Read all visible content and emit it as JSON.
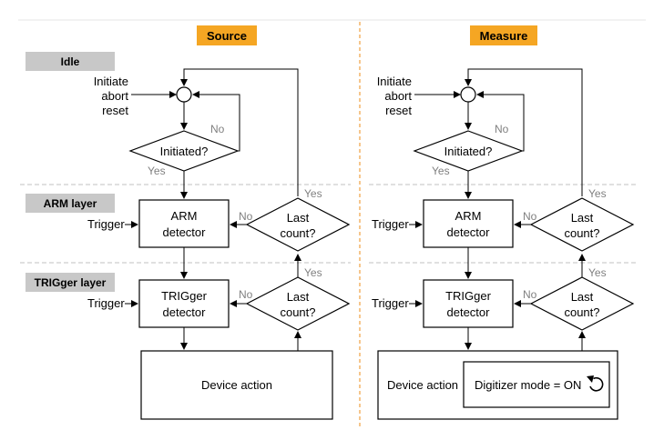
{
  "columns": {
    "source": {
      "title": "Source"
    },
    "measure": {
      "title": "Measure"
    }
  },
  "layers": {
    "idle": "Idle",
    "arm": "ARM layer",
    "trigger": "TRIGger layer"
  },
  "labels": {
    "initiate_abort_reset": [
      "Initiate",
      "abort",
      "reset"
    ],
    "initiated": "Initiated?",
    "yes": "Yes",
    "no": "No",
    "trigger": "Trigger",
    "arm_detector": [
      "ARM",
      "detector"
    ],
    "trigger_detector": [
      "TRIGger",
      "detector"
    ],
    "last_count": [
      "Last",
      "count?"
    ],
    "device_action": "Device action",
    "digitizer_mode": "Digitizer mode = ON"
  },
  "colors": {
    "header_fill": "#f5a623",
    "layer_fill": "#c8c8c8",
    "dashed_divider": "#f0a040",
    "grey_text": "#808080",
    "dashed_separator": "#c0c0c0"
  },
  "icons": {
    "refresh": "refresh-icon"
  }
}
